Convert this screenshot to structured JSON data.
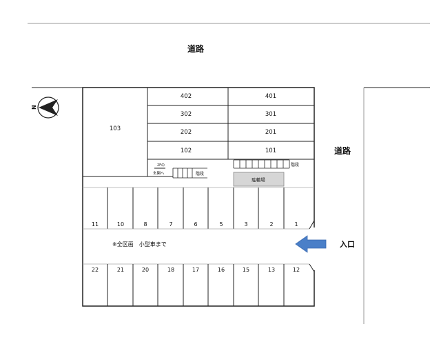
{
  "roads": {
    "top": "道路",
    "right": "道路"
  },
  "compass": {
    "label": "N"
  },
  "units": {
    "tall": "103",
    "rows": [
      [
        "402",
        "401"
      ],
      [
        "302",
        "301"
      ],
      [
        "202",
        "201"
      ],
      [
        "102",
        "101"
      ]
    ]
  },
  "building_annotations": {
    "entrance_note_line1": "2Fの",
    "entrance_note_line2": "玄関へ",
    "stairs_left": "階段",
    "stairs_right": "階段",
    "bicycle_parking": "駐輪場"
  },
  "parking": {
    "top_row": [
      "11",
      "10",
      "8",
      "7",
      "6",
      "5",
      "3",
      "2",
      "1"
    ],
    "bottom_row": [
      "22",
      "21",
      "20",
      "18",
      "17",
      "16",
      "15",
      "13",
      "12"
    ],
    "note": "※全区画　小型車まで"
  },
  "entrance": {
    "label": "入口"
  },
  "colors": {
    "arrow": "#4a7fc8",
    "bicycle_fill": "#d6d6d6",
    "line": "#222222",
    "light_line": "#999999"
  }
}
